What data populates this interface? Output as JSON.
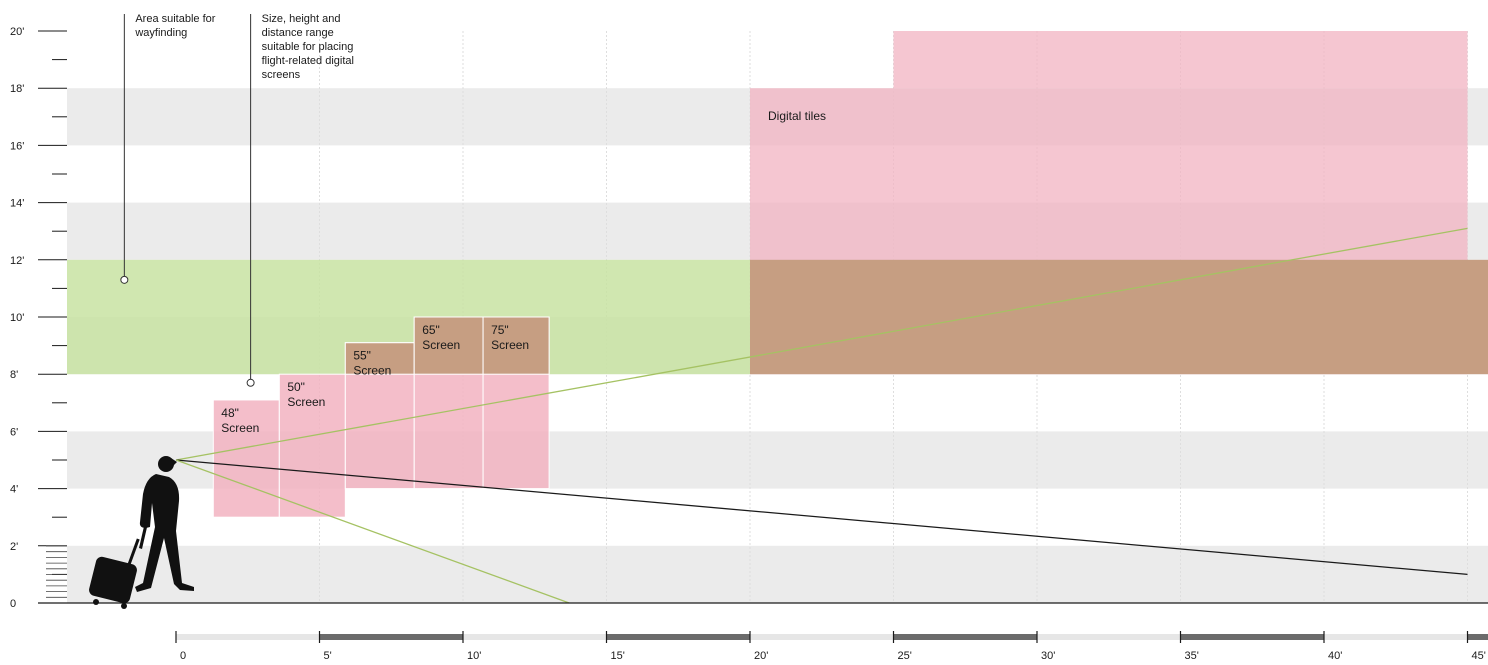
{
  "y_axis": {
    "labels": [
      "0",
      "2'",
      "4'",
      "6'",
      "8'",
      "10'",
      "12'",
      "14'",
      "16'",
      "18'",
      "20'"
    ]
  },
  "x_axis": {
    "labels": [
      "0",
      "5'",
      "10'",
      "15'",
      "20'",
      "25'",
      "30'",
      "35'",
      "40'",
      "45'"
    ]
  },
  "annotations": {
    "wayfinding": {
      "lines": [
        "Area suitable for",
        "wayfinding"
      ],
      "x_ft": -1.8,
      "y_ft": 11.3
    },
    "screens": {
      "lines": [
        "Size, height and",
        "distance range",
        "suitable for placing",
        "flight-related digital",
        "screens"
      ],
      "x_ft": 2.6,
      "y_ft": 7.7
    }
  },
  "zones": {
    "gray_bands_ft": [
      [
        0,
        2
      ],
      [
        4,
        6
      ],
      [
        8,
        10
      ],
      [
        12,
        14
      ],
      [
        16,
        18
      ]
    ],
    "wayfinding_band_ft": {
      "x": [
        -3.8,
        20
      ],
      "y": [
        8,
        12
      ],
      "color": "#c8e3a2"
    },
    "digital_tiles": {
      "label": "Digital tiles",
      "regions_ft": [
        {
          "x": [
            20,
            45
          ],
          "y": [
            8,
            18
          ]
        },
        {
          "x": [
            25,
            45
          ],
          "y": [
            18,
            20
          ]
        }
      ],
      "color": "#f2b3c1",
      "overlap_color": "#c69e82"
    }
  },
  "screens": [
    {
      "lines": [
        "48\"",
        "Screen"
      ],
      "x_ft": [
        1.3,
        3.6
      ],
      "y_ft": [
        3,
        7.1
      ]
    },
    {
      "lines": [
        "50\"",
        "Screen"
      ],
      "x_ft": [
        3.6,
        5.9
      ],
      "y_ft": [
        3,
        8
      ]
    },
    {
      "lines": [
        "55\"",
        "Screen"
      ],
      "x_ft": [
        5.9,
        8.3
      ],
      "y_ft": [
        4,
        9.1
      ]
    },
    {
      "lines": [
        "65\"",
        "Screen"
      ],
      "x_ft": [
        8.3,
        10.7
      ],
      "y_ft": [
        4,
        10
      ]
    },
    {
      "lines": [
        "75\"",
        "Screen"
      ],
      "x_ft": [
        10.7,
        13
      ],
      "y_ft": [
        4,
        10
      ]
    }
  ],
  "eye_point_ft": {
    "x": 0,
    "y": 5
  },
  "sightlines_ft": [
    {
      "to": [
        45,
        13.1
      ],
      "color": "#a5c263"
    },
    {
      "to": [
        45,
        1
      ],
      "color": "#1a1a1a"
    },
    {
      "to": [
        13.7,
        0
      ],
      "color": "#a5c263"
    }
  ],
  "colors": {
    "gray_band": "#ebebeb",
    "screen_box": "#f2b3c1",
    "screen_overlap": "#c69e82",
    "grid": "#dedede",
    "axis": "#1a1a1a",
    "scale_bar": "#6b6b6b"
  },
  "icons": {
    "traveler": "person-with-luggage-icon"
  }
}
